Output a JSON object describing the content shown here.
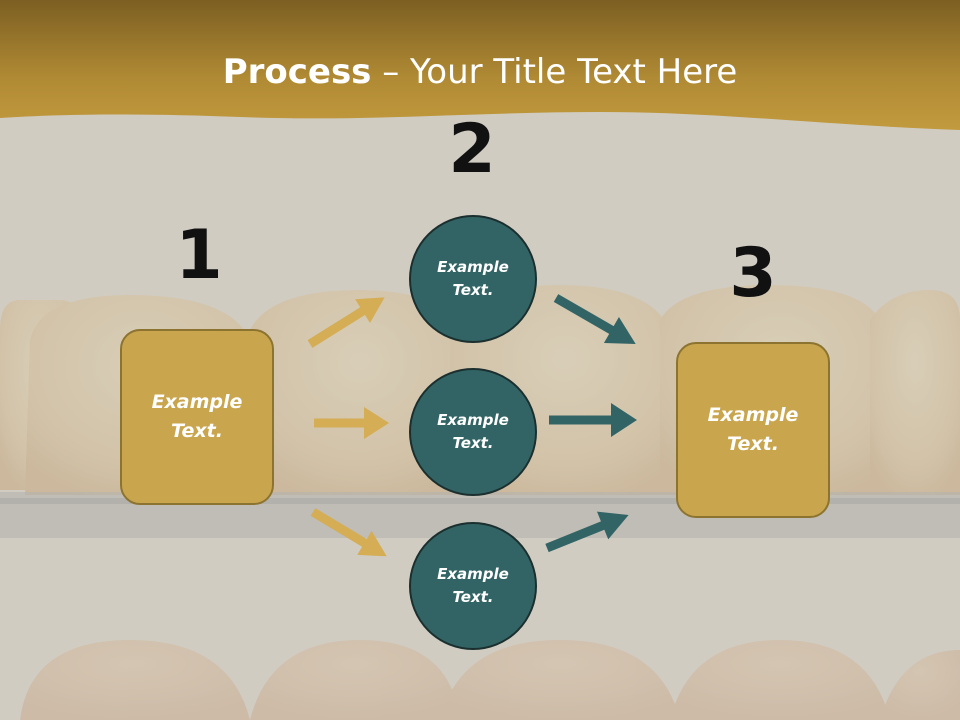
{
  "slide": {
    "title_strong": "Process",
    "title_rest": " – Your Title Text Here"
  },
  "steps": {
    "step1": {
      "number": "1",
      "text": "Example\nText."
    },
    "step2": {
      "number": "2"
    },
    "step3": {
      "number": "3",
      "text": "Example\nText."
    }
  },
  "middle_nodes": [
    {
      "text": "Example\nText."
    },
    {
      "text": "Example\nText."
    },
    {
      "text": "Example\nText."
    }
  ],
  "colors": {
    "header_gold": "#b38a2e",
    "box_gold": "#c9a54e",
    "circle_teal": "#336465",
    "arrow_gold": "#d4ad55",
    "arrow_teal": "#336465",
    "background_gray": "#cfcac0"
  }
}
